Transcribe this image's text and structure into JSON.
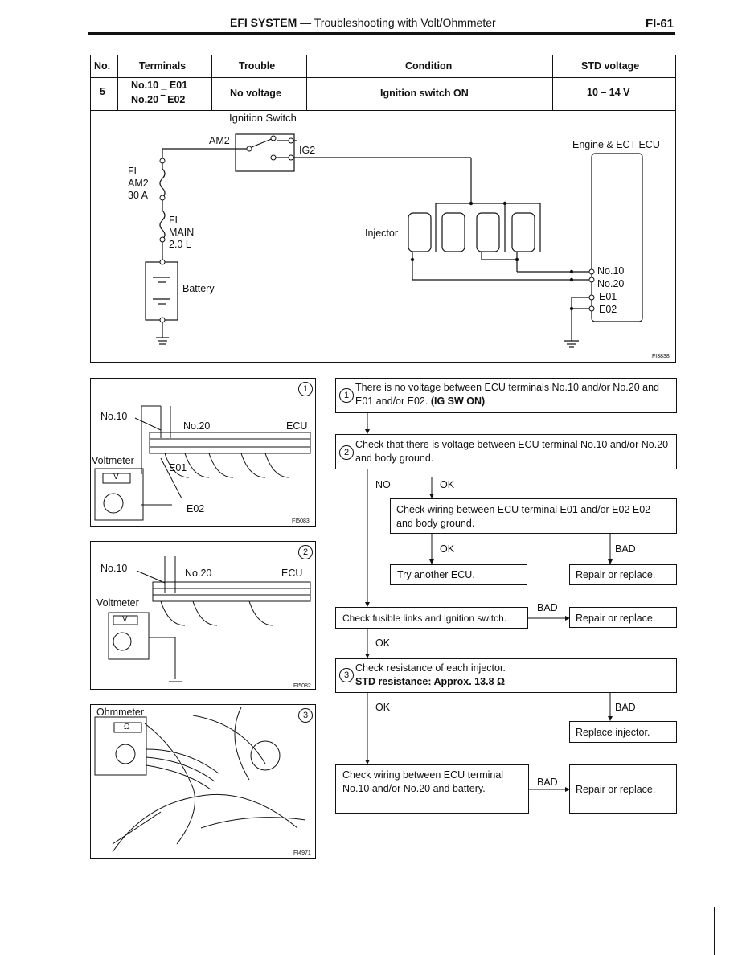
{
  "header": {
    "title_bold": "EFI SYSTEM",
    "title_rest": " — Troubleshooting with Volt/Ohmmeter",
    "page_code": "FI-61"
  },
  "table": {
    "headers": [
      "No.",
      "Terminals",
      "Trouble",
      "Condition",
      "STD voltage"
    ],
    "row": {
      "no": "5",
      "terminals_line1": "No.10 _ E01",
      "terminals_line2": "No.20 ‾ E02",
      "trouble": "No voltage",
      "condition": "Ignition switch ON",
      "std_voltage": "10 – 14 V"
    }
  },
  "wiring": {
    "ignition_switch": "Ignition Switch",
    "am2": "AM2",
    "ig2": "IG2",
    "fuse1": [
      "FL",
      "AM2",
      "30 A"
    ],
    "fuse2": [
      "FL",
      "MAIN",
      "2.0 L"
    ],
    "battery": "Battery",
    "injector": "Injector",
    "ecu": "Engine & ECT ECU",
    "terminals": [
      "No.10",
      "No.20",
      "E01",
      "E02"
    ],
    "fig_code": "FI3838"
  },
  "illus": {
    "one": {
      "no10": "No.10",
      "no20": "No.20",
      "ecu": "ECU",
      "voltmeter": "Voltmeter",
      "v": "V",
      "e01": "E01",
      "e02": "E02",
      "fig": "FI5083",
      "num": "1"
    },
    "two": {
      "no10": "No.10",
      "no20": "No.20",
      "ecu": "ECU",
      "voltmeter": "Voltmeter",
      "v": "V",
      "fig": "FI5082",
      "num": "2"
    },
    "three": {
      "ohmmeter": "Ohmmeter",
      "omega": "Ω",
      "fig": "FI4971",
      "num": "3"
    }
  },
  "flow": {
    "step1": {
      "num": "1",
      "text": "There is no voltage between ECU terminals No.10 and/or No.20 and E01 and/or E02.",
      "bold": "(IG SW ON)"
    },
    "step2": {
      "num": "2",
      "text": "Check that there is voltage between ECU terminal No.10 and/or No.20 and body ground."
    },
    "no": "NO",
    "ok1": "OK",
    "check_e": "Check wiring between ECU terminal E01 and/or E02 E02 and body ground.",
    "ok2": "OK",
    "bad1": "BAD",
    "try_ecu": "Try another ECU.",
    "repair1": "Repair or replace.",
    "check_fusible": "Check fusible links and ignition switch.",
    "bad2": "BAD",
    "repair2": "Repair or replace.",
    "ok3": "OK",
    "step3": {
      "num": "3",
      "text": "Check resistance of each injector.",
      "std": "STD resistance:   Approx. 13.8 Ω"
    },
    "ok4": "OK",
    "bad3": "BAD",
    "replace_inj": "Replace injector.",
    "check_wiring_bat": "Check wiring between ECU terminal No.10 and/or No.20 and battery.",
    "bad4": "BAD",
    "repair3": "Repair or replace."
  }
}
